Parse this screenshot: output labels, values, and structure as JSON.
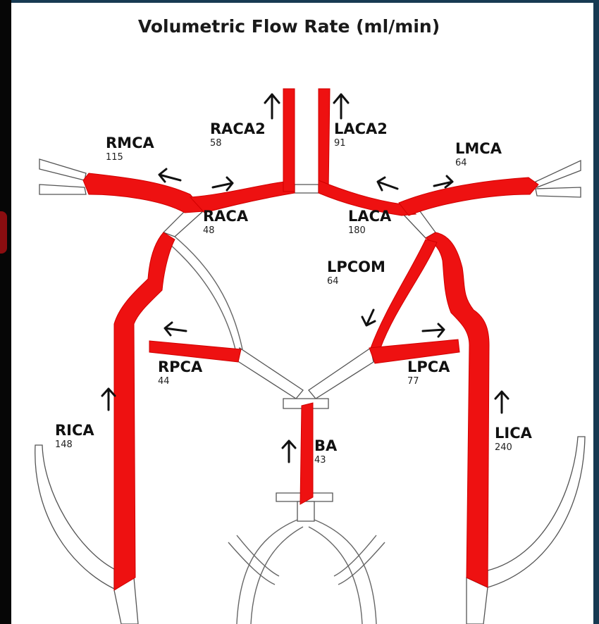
{
  "title": "Volumetric Flow Rate (ml/min)",
  "vessels": [
    {
      "name": "RMCA",
      "value": "115"
    },
    {
      "name": "RACA2",
      "value": "58"
    },
    {
      "name": "LACA2",
      "value": "91"
    },
    {
      "name": "LMCA",
      "value": "64"
    },
    {
      "name": "RACA",
      "value": "48"
    },
    {
      "name": "LACA",
      "value": "180"
    },
    {
      "name": "LPCOM",
      "value": "64"
    },
    {
      "name": "RPCA",
      "value": "44"
    },
    {
      "name": "LPCA",
      "value": "77"
    },
    {
      "name": "RICA",
      "value": "148"
    },
    {
      "name": "BA",
      "value": "43"
    },
    {
      "name": "LICA",
      "value": "240"
    }
  ],
  "colors": {
    "flow": "#ee1111",
    "background": "#173a52",
    "panel": "#ffffff"
  }
}
